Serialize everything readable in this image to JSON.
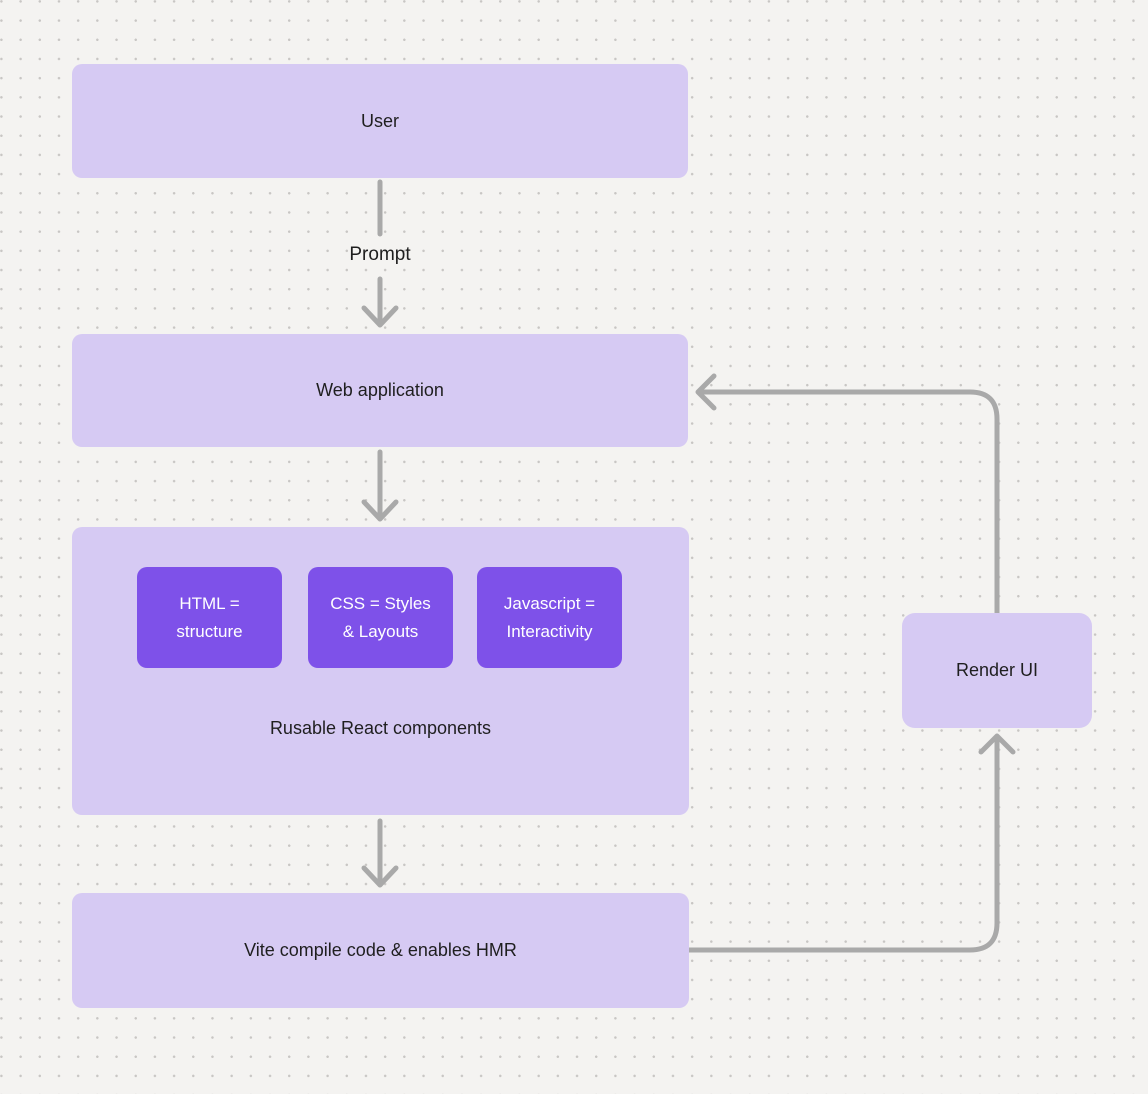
{
  "canvas": {
    "background_color": "#f4f3f1",
    "dot_grid_color": "#c8c6c4",
    "node_fill_color": "#d6caf3",
    "chip_fill_color": "#7e51e9",
    "connector_color": "#a9a9a9",
    "node_text_color": "#1f1f1f",
    "chip_text_color": "#ffffff"
  },
  "nodes": {
    "user": {
      "label": "User"
    },
    "web_application": {
      "label": "Web application"
    },
    "components": {
      "label": "Rusable React components"
    },
    "chips": [
      {
        "label": "HTML =\nstructure"
      },
      {
        "label": "CSS = Styles\n& Layouts"
      },
      {
        "label": "Javascript =\nInteractivity"
      }
    ],
    "vite": {
      "label": "Vite compile code & enables HMR"
    },
    "render_ui": {
      "label": "Render UI"
    }
  },
  "edges": {
    "prompt_label": "Prompt"
  }
}
